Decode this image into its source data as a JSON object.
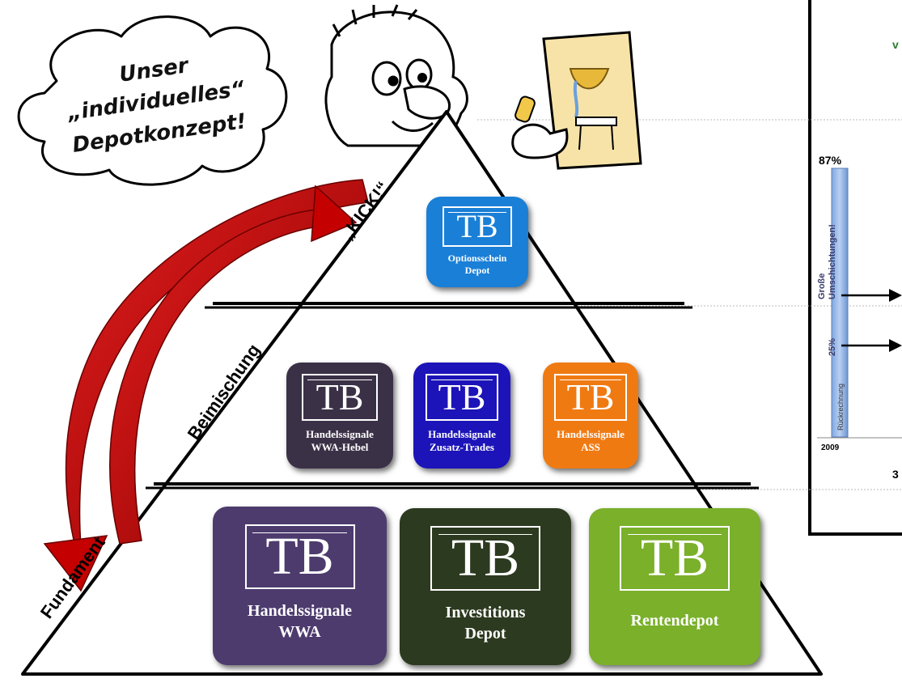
{
  "cloud": {
    "line1": "Unser",
    "line2": "„individuelles“",
    "line3": "Depotkonzept!"
  },
  "side_labels": {
    "kick": "„KICK!“",
    "beimischung": "Beimischung",
    "fundament": "Fundament"
  },
  "tiles": {
    "optionsschein": {
      "mark": "TB",
      "line1": "Optionsschein",
      "line2": "Depot",
      "color": "#1a7fd6"
    },
    "wwa_hebel": {
      "mark": "TB",
      "line1": "Handelssignale",
      "line2": "WWA-Hebel",
      "color": "#3b3147"
    },
    "zusatz": {
      "mark": "TB",
      "line1": "Handelssignale",
      "line2": "Zusatz-Trades",
      "color": "#1c14b8"
    },
    "ass": {
      "mark": "TB",
      "line1": "Handelssignale",
      "line2": "ASS",
      "color": "#f07a12"
    },
    "wwa": {
      "mark": "TB",
      "line1": "Handelssignale",
      "line2": "WWA",
      "color": "#4d3b6e"
    },
    "investitions": {
      "mark": "TB",
      "line1": "Investitions",
      "line2": "Depot",
      "color": "#2c3a1f"
    },
    "rentendepot": {
      "mark": "TB",
      "line1": "Rentendepot",
      "color": "#7ab02a"
    }
  },
  "inset_chart": {
    "top_value": "87%",
    "left_group_label_1": "Große",
    "left_group_label_2": "Umschichtungen!",
    "percent_25": "25%",
    "rueckrechnung": "Rückrechnung",
    "year": "2009",
    "cut_digit": "3",
    "cut_letter": "v"
  }
}
